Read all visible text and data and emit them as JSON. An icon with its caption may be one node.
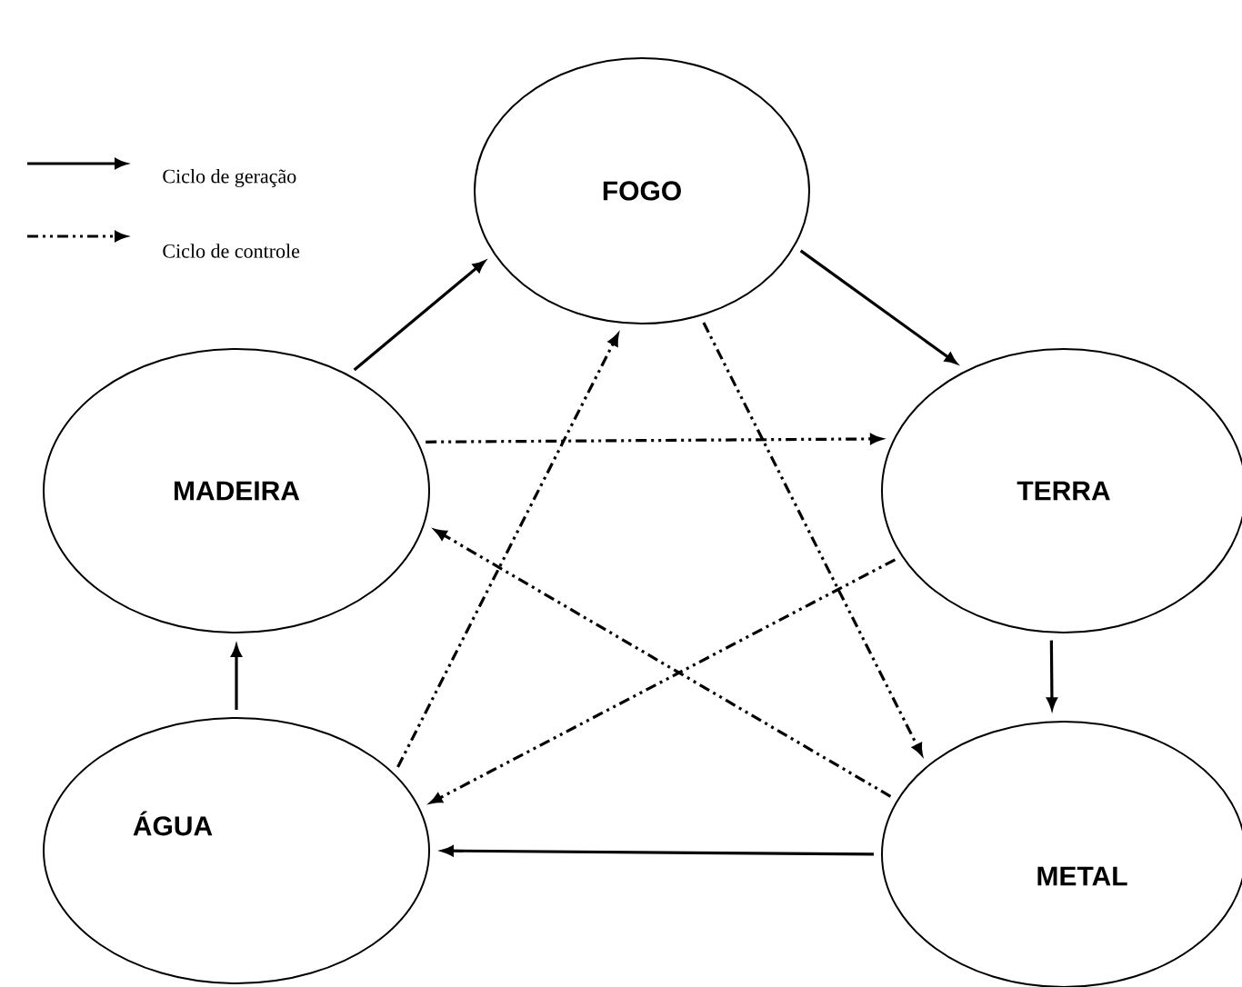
{
  "diagram": {
    "nodes": [
      {
        "text": [
          "FOGO"
        ]
      },
      {
        "text": [
          "MADEIRA"
        ]
      },
      {
        "text": [
          "TERRA"
        ]
      },
      {
        "text": [
          "ÁGUA"
        ]
      },
      {
        "text": [
          "METAL"
        ]
      }
    ],
    "edges": [
      {
        "from": 1,
        "to": 0,
        "arrow": "to"
      },
      {
        "from": 0,
        "to": 2,
        "arrow": "to"
      },
      {
        "from": 2,
        "to": 4,
        "arrow": "to"
      },
      {
        "from": 4,
        "to": 3,
        "arrow": "to"
      },
      {
        "from": 3,
        "to": 1,
        "arrow": "to"
      },
      {
        "from": 1,
        "to": 2,
        "arrow": "to",
        "style": "dashed"
      },
      {
        "from": 2,
        "to": 3,
        "arrow": "to",
        "style": "dashed"
      },
      {
        "from": 3,
        "to": 0,
        "arrow": "to",
        "style": "dashed"
      },
      {
        "from": 0,
        "to": 4,
        "arrow": "to",
        "style": "dashed"
      },
      {
        "from": 4,
        "to": 1,
        "arrow": "to",
        "style": "dashed"
      }
    ],
    "legend": [
      {
        "text": "Ciclo de geração"
      },
      {
        "text": "Ciclo de controle"
      }
    ]
  }
}
